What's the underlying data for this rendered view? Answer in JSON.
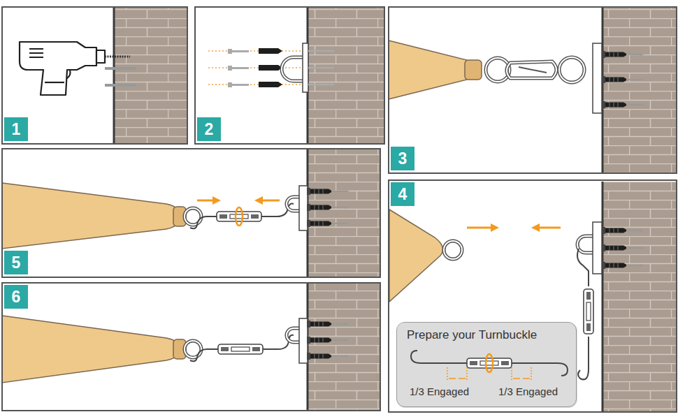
{
  "diagram": {
    "nodes": [
      {
        "text": [
          "1"
        ]
      },
      {
        "text": [
          "2"
        ]
      },
      {
        "text": [
          "3"
        ]
      },
      {
        "text": [
          "4"
        ]
      },
      {
        "text": [
          "Prepare your Turnbuckle",
          "1/3 Engaged",
          "1/3 Engaged"
        ],
        "in": 3
      },
      {
        "text": [
          "5"
        ]
      },
      {
        "text": [
          "6"
        ]
      }
    ]
  }
}
